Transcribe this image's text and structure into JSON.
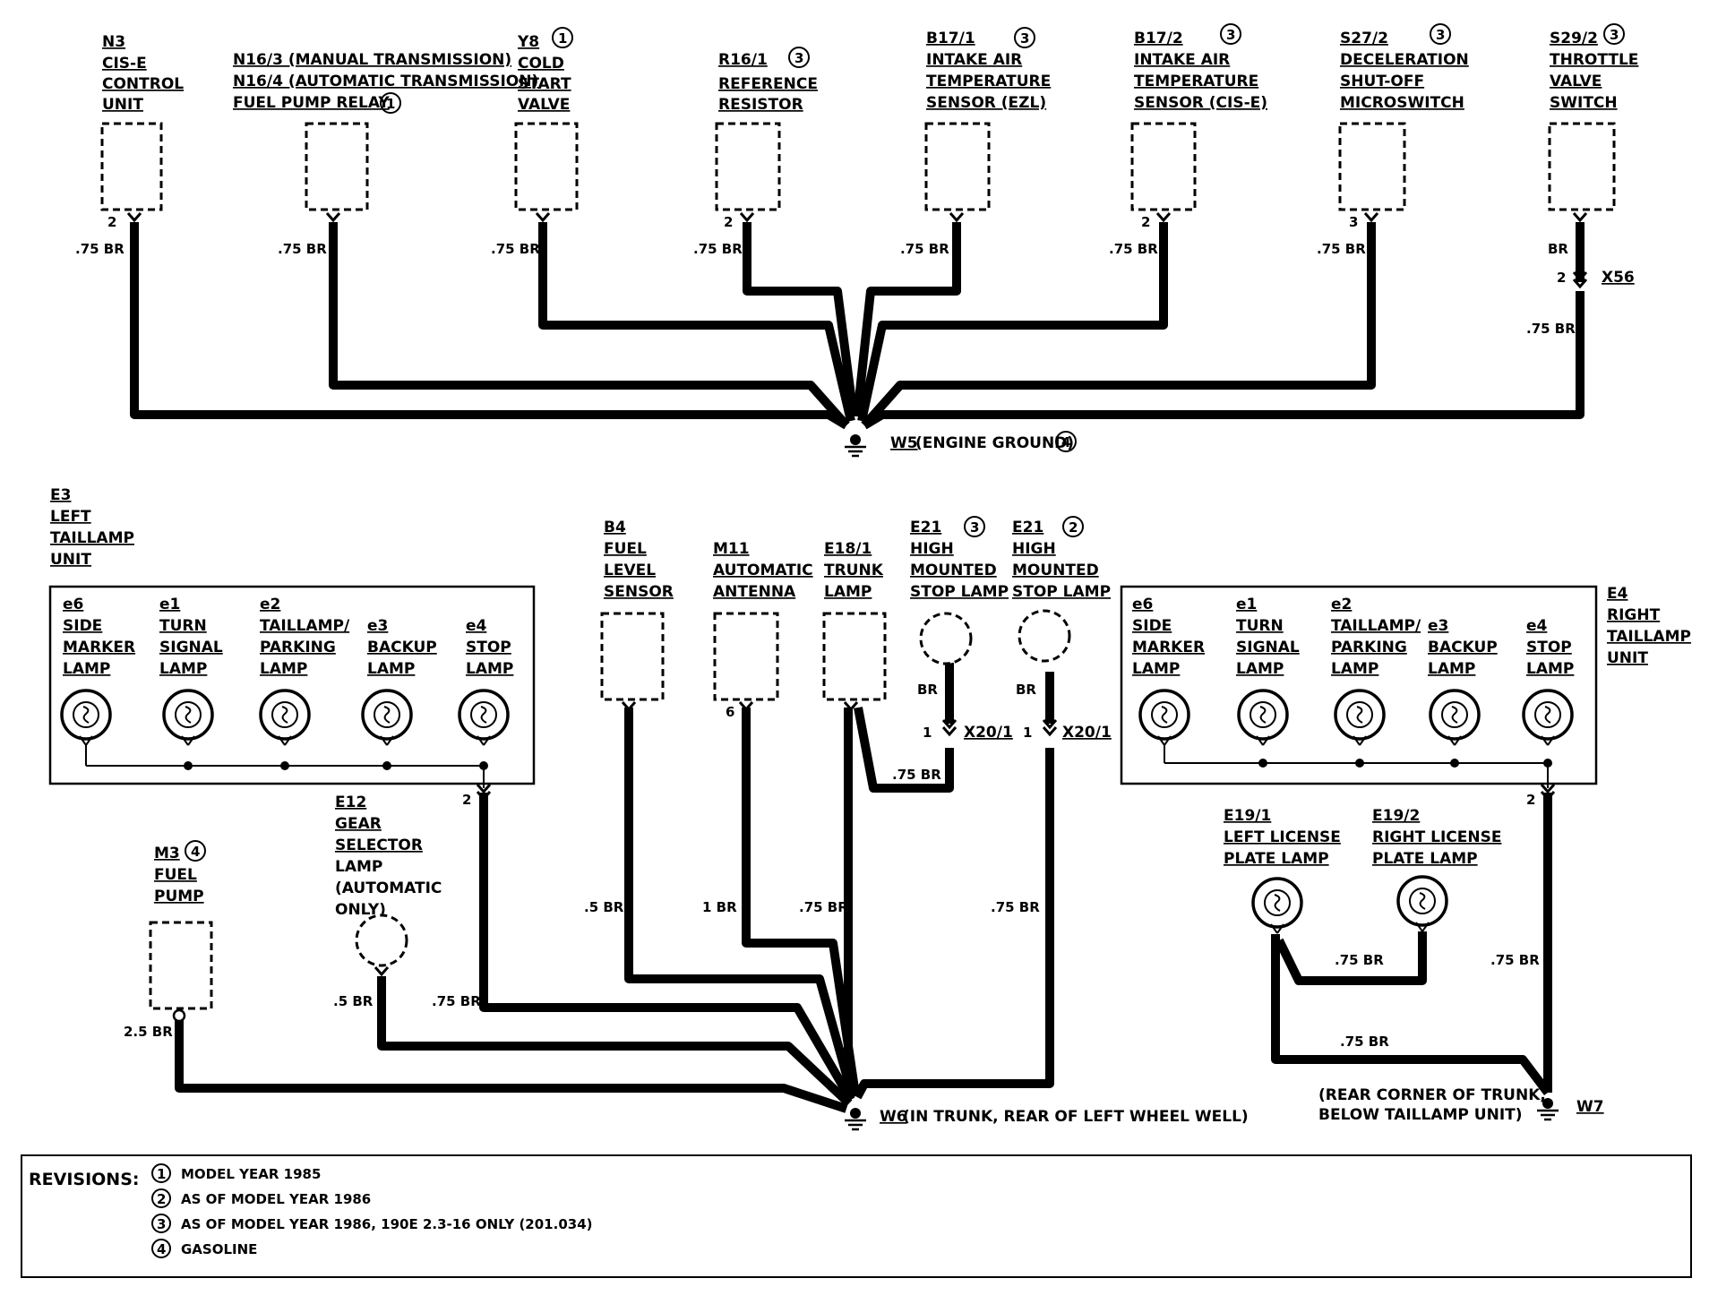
{
  "top_section": {
    "components": [
      {
        "code": "N3",
        "lines": [
          "CIS-E",
          "CONTROL",
          "UNIT"
        ],
        "pin": "2",
        "wire": ".75 BR"
      },
      {
        "code": "N16/3",
        "lines": [
          "N16/3 (MANUAL TRANSMISSION)",
          "N16/4 (AUTOMATIC TRANSMISSION)",
          "FUEL PUMP RELAY"
        ],
        "rev": "1",
        "wire": ".75 BR"
      },
      {
        "code": "Y8",
        "lines": [
          "COLD",
          "START",
          "VALVE"
        ],
        "rev": "1",
        "wire": ".75 BR"
      },
      {
        "code": "R16/1",
        "lines": [
          "REFERENCE",
          "RESISTOR"
        ],
        "rev": "3",
        "pin": "2",
        "wire": ".75 BR"
      },
      {
        "code": "B17/1",
        "lines": [
          "INTAKE AIR",
          "TEMPERATURE",
          "SENSOR (EZL)"
        ],
        "rev": "3",
        "wire": ".75 BR"
      },
      {
        "code": "B17/2",
        "lines": [
          "INTAKE AIR",
          "TEMPERATURE",
          "SENSOR (CIS-E)"
        ],
        "rev": "3",
        "pin": "2",
        "wire": ".75 BR"
      },
      {
        "code": "S27/2",
        "lines": [
          "DECELERATION",
          "SHUT-OFF",
          "MICROSWITCH"
        ],
        "rev": "3",
        "pin": "3",
        "wire": ".75 BR"
      },
      {
        "code": "S29/2",
        "lines": [
          "THROTTLE",
          "VALVE",
          "SWITCH"
        ],
        "rev": "3",
        "wire_upper": "BR",
        "wire": ".75 BR"
      }
    ],
    "connector": {
      "code": "X56",
      "pin": "2"
    },
    "ground": {
      "code": "W5",
      "label": "(ENGINE GROUND)",
      "rev": "4"
    }
  },
  "left_taillamp": {
    "code": "E3",
    "lines": [
      "LEFT",
      "TAILLAMP",
      "UNIT"
    ],
    "lamps": [
      {
        "code": "e6",
        "lines": [
          "SIDE",
          "MARKER",
          "LAMP"
        ]
      },
      {
        "code": "e1",
        "lines": [
          "TURN",
          "SIGNAL",
          "LAMP"
        ]
      },
      {
        "code": "e2",
        "lines": [
          "TAILLAMP/",
          "PARKING",
          "LAMP"
        ]
      },
      {
        "code": "e3",
        "lines": [
          "BACKUP",
          "LAMP"
        ]
      },
      {
        "code": "e4",
        "lines": [
          "STOP",
          "LAMP"
        ]
      }
    ],
    "pin": "2",
    "wire": ".75 BR"
  },
  "fuel_pump": {
    "code": "M3",
    "rev": "4",
    "lines": [
      "FUEL",
      "PUMP"
    ],
    "wire": "2.5 BR"
  },
  "gear_selector": {
    "code": "E12",
    "lines": [
      "GEAR",
      "SELECTOR",
      "LAMP",
      "(AUTOMATIC",
      "ONLY)"
    ],
    "wire": ".5 BR"
  },
  "fuel_level": {
    "code": "B4",
    "lines": [
      "FUEL",
      "LEVEL",
      "SENSOR"
    ],
    "wire": ".5 BR"
  },
  "antenna": {
    "code": "M11",
    "lines": [
      "AUTOMATIC",
      "ANTENNA"
    ],
    "pin": "6",
    "wire": "1 BR"
  },
  "trunk_lamp": {
    "code": "E18/1",
    "lines": [
      "TRUNK",
      "LAMP"
    ],
    "wire": ".75 BR"
  },
  "hmsl_a": {
    "code": "E21",
    "rev": "3",
    "lines": [
      "HIGH",
      "MOUNTED",
      "STOP LAMP"
    ],
    "wire_upper": "BR",
    "wire": ".75 BR",
    "connector": "X20/1",
    "pin": "1"
  },
  "hmsl_b": {
    "code": "E21",
    "rev": "2",
    "lines": [
      "HIGH",
      "MOUNTED",
      "STOP LAMP"
    ],
    "wire_upper": "BR",
    "wire": ".75 BR",
    "connector": "X20/1",
    "pin": "1"
  },
  "ground_w6": {
    "code": "W6",
    "label": "(IN TRUNK, REAR OF LEFT WHEEL WELL)"
  },
  "right_taillamp": {
    "code": "E4",
    "lines": [
      "RIGHT",
      "TAILLAMP",
      "UNIT"
    ],
    "lamps": [
      {
        "code": "e6",
        "lines": [
          "SIDE",
          "MARKER",
          "LAMP"
        ]
      },
      {
        "code": "e1",
        "lines": [
          "TURN",
          "SIGNAL",
          "LAMP"
        ]
      },
      {
        "code": "e2",
        "lines": [
          "TAILLAMP/",
          "PARKING",
          "LAMP"
        ]
      },
      {
        "code": "e3",
        "lines": [
          "BACKUP",
          "LAMP"
        ]
      },
      {
        "code": "e4",
        "lines": [
          "STOP",
          "LAMP"
        ]
      }
    ],
    "pin": "2",
    "wire": ".75 BR"
  },
  "license_left": {
    "code": "E19/1",
    "lines": [
      "LEFT LICENSE",
      "PLATE LAMP"
    ]
  },
  "license_right": {
    "code": "E19/2",
    "lines": [
      "RIGHT LICENSE",
      "PLATE LAMP"
    ]
  },
  "license_wires": {
    "between": ".75 BR",
    "to_ground": ".75 BR"
  },
  "ground_w7": {
    "code": "W7",
    "label_lines": [
      "(REAR CORNER OF TRUNK,",
      "BELOW TAILLAMP UNIT)"
    ]
  },
  "revisions": {
    "heading": "REVISIONS:",
    "items": [
      {
        "num": "1",
        "text": "MODEL YEAR 1985"
      },
      {
        "num": "2",
        "text": "AS OF MODEL YEAR 1986"
      },
      {
        "num": "3",
        "text": "AS OF MODEL YEAR 1986, 190E 2.3-16 ONLY (201.034)"
      },
      {
        "num": "4",
        "text": "GASOLINE"
      }
    ]
  }
}
